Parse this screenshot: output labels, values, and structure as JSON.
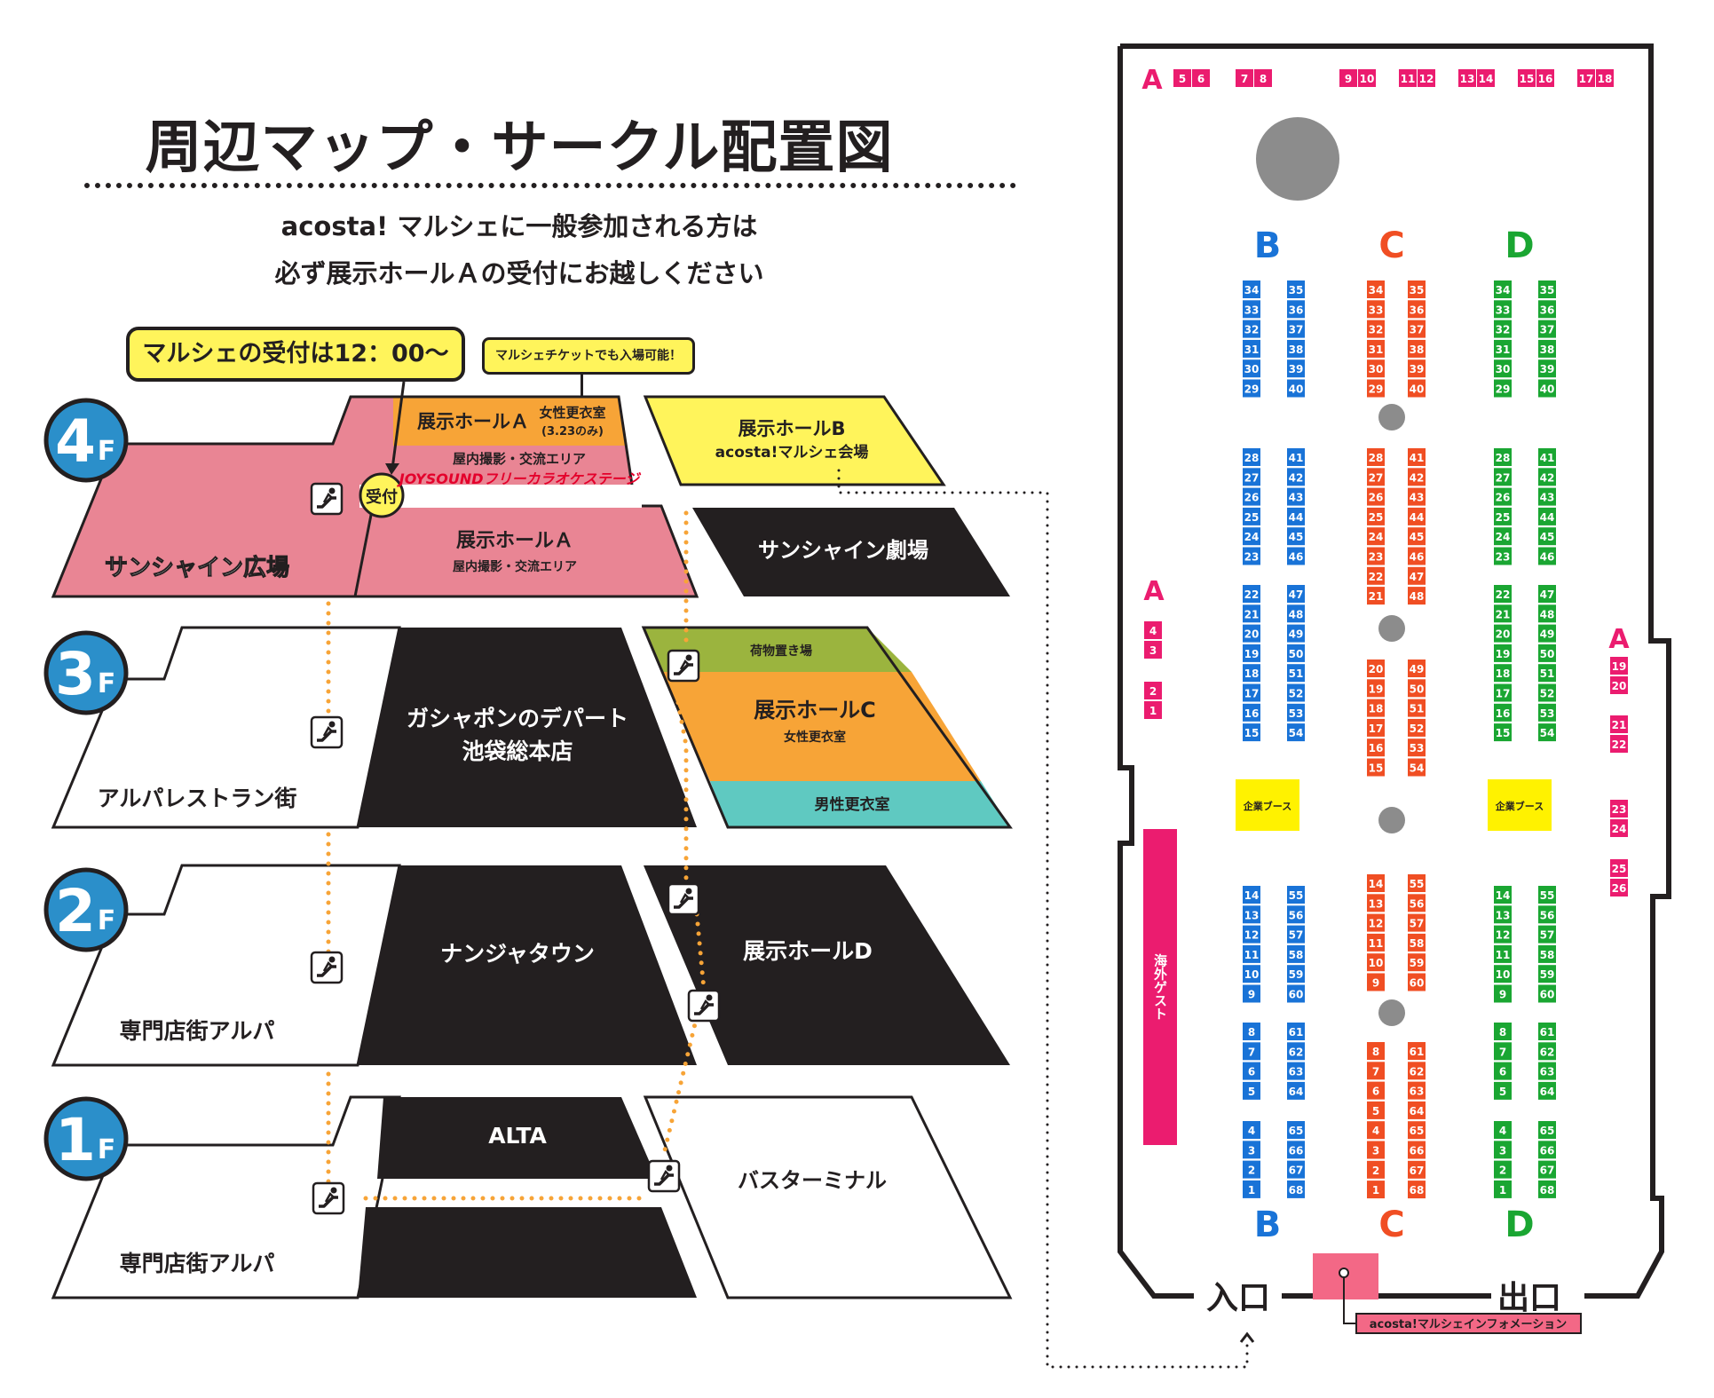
{
  "header": {
    "title": "周辺マップ・サークル配置図",
    "notice_line_1": "acosta! マルシェに一般参加される方は",
    "notice_line_2": "必ず展示ホールＡの受付にお越しください"
  },
  "callouts": {
    "reception_time": "マルシェの受付は12：00～",
    "ticket_entry": "マルシェチケットでも入場可能！"
  },
  "floors": [
    {
      "badge_number": "4",
      "badge_suffix": "F",
      "areas": {
        "sunshine_plaza": "サンシャイン広場",
        "hall_a_top": "展示ホールＡ",
        "womens_dressing_room": "女性更衣室",
        "dressing_room_note": "(3.23のみ)",
        "indoor_shooting_top": "屋内撮影・交流エリア",
        "joysound_stage": "JOYSOUNDフリーカラオケステージ",
        "reception": "受付",
        "hall_a_bottom": "展示ホールＡ",
        "indoor_shooting_bottom": "屋内撮影・交流エリア",
        "hall_b": "展示ホールB",
        "hall_b_sub": "acosta!マルシェ会場",
        "sunshine_theater": "サンシャイン劇場"
      }
    },
    {
      "badge_number": "3",
      "badge_suffix": "F",
      "areas": {
        "alpa_restaurants": "アルパレストラン街",
        "gashapon_line_1": "ガシャポンのデパート",
        "gashapon_line_2": "池袋総本店",
        "luggage_area": "荷物置き場",
        "hall_c": "展示ホールC",
        "womens_dressing_room": "女性更衣室",
        "mens_dressing_room": "男性更衣室"
      }
    },
    {
      "badge_number": "2",
      "badge_suffix": "F",
      "areas": {
        "specialty_shops": "専門店街アルパ",
        "namja_town": "ナンジャタウン",
        "hall_d": "展示ホールD"
      }
    },
    {
      "badge_number": "1",
      "badge_suffix": "F",
      "areas": {
        "specialty_shops": "専門店街アルパ",
        "alta": "ALTA",
        "bus_terminal": "バスターミナル"
      }
    }
  ],
  "hall_layout": {
    "row_labels": {
      "A": "A",
      "B": "B",
      "C": "C",
      "D": "D"
    },
    "a_top": [
      [
        "5",
        "6"
      ],
      [
        "7",
        "8"
      ],
      [
        "9",
        "10"
      ],
      [
        "11",
        "12"
      ],
      [
        "13",
        "14"
      ],
      [
        "15",
        "16"
      ],
      [
        "17",
        "18"
      ]
    ],
    "a_left": [
      [
        "4",
        "3"
      ],
      [
        "2",
        "1"
      ]
    ],
    "a_right": [
      [
        "19",
        "20"
      ],
      [
        "21",
        "22"
      ],
      [
        "23",
        "24"
      ],
      [
        "25",
        "26"
      ]
    ],
    "column_blocks": [
      {
        "left": [
          "34",
          "33",
          "32",
          "31",
          "30",
          "29"
        ],
        "right": [
          "35",
          "36",
          "37",
          "38",
          "39",
          "40"
        ]
      },
      {
        "left": [
          "28",
          "27",
          "26",
          "25",
          "24",
          "23"
        ],
        "right": [
          "41",
          "42",
          "43",
          "44",
          "45",
          "46"
        ]
      },
      {
        "left": [
          "22",
          "21",
          "20",
          "19",
          "18",
          "17",
          "16",
          "15"
        ],
        "right": [
          "47",
          "48",
          "49",
          "50",
          "51",
          "52",
          "53",
          "54"
        ]
      },
      {
        "left": [
          "14",
          "13",
          "12",
          "11",
          "10",
          "9"
        ],
        "right": [
          "55",
          "56",
          "57",
          "58",
          "59",
          "60"
        ]
      },
      {
        "left": [
          "8",
          "7",
          "6",
          "5"
        ],
        "right": [
          "61",
          "62",
          "63",
          "64"
        ]
      },
      {
        "left": [
          "4",
          "3",
          "2",
          "1"
        ],
        "right": [
          "65",
          "66",
          "67",
          "68"
        ]
      }
    ],
    "c_column_blocks": [
      {
        "left": [
          "34",
          "33",
          "32",
          "31",
          "30",
          "29"
        ],
        "right": [
          "35",
          "36",
          "37",
          "38",
          "39",
          "40"
        ]
      },
      {
        "left": [
          "28",
          "27",
          "26",
          "25",
          "24",
          "23",
          "22",
          "21"
        ],
        "right": [
          "41",
          "42",
          "43",
          "44",
          "45",
          "46",
          "47",
          "48"
        ]
      },
      {
        "left": [
          "20",
          "19",
          "18",
          "17",
          "16",
          "15"
        ],
        "right": [
          "49",
          "50",
          "51",
          "52",
          "53",
          "54"
        ]
      },
      {
        "left": [
          "14",
          "13",
          "12",
          "11",
          "10",
          "9"
        ],
        "right": [
          "55",
          "56",
          "57",
          "58",
          "59",
          "60"
        ]
      },
      {
        "left": [
          "8",
          "7",
          "6",
          "5",
          "4",
          "3",
          "2",
          "1"
        ],
        "right": [
          "61",
          "62",
          "63",
          "64",
          "65",
          "66",
          "67",
          "68"
        ]
      }
    ],
    "corporate_booth": "企業ブース",
    "overseas_guest": "海外ゲスト",
    "entrance": "入口",
    "exit": "出口",
    "information": "acosta!マルシェインフォメーション"
  },
  "colors": {
    "pink_floor": "#e98594",
    "dark_floor": "#231f20",
    "yellow": "#fff45b",
    "orange": "#f7a437",
    "green": "#9bb43e",
    "teal": "#5fc9c1",
    "badge_blue": "#2b8fca",
    "row_a": "#eb1c6f",
    "row_b": "#1973d7",
    "row_c": "#f04e23",
    "row_d": "#1aa632",
    "info_pink": "#f36886"
  }
}
